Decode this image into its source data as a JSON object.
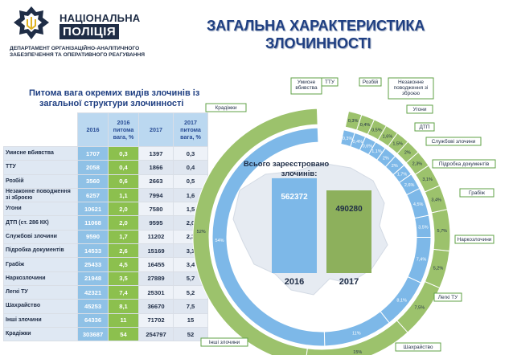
{
  "header": {
    "brand_line1": "НАЦІОНАЛЬНА",
    "brand_line2": "ПОЛІЦІЯ",
    "dept_line1": "ДЕПАРТАМЕНТ ОРГАНІЗАЦІЙНО-АНАЛІТИЧНОГО",
    "dept_line2": "ЗАБЕЗПЕЧЕННЯ ТА ОПЕРАТИВНОГО РЕАГУВАННЯ",
    "title_line1": "ЗАГАЛЬНА ХАРАКТЕРИСТИКА",
    "title_line2": "ЗЛОЧИННОСТІ"
  },
  "table": {
    "caption_line1": "Питома вага окремих видів злочинів із",
    "caption_line2": "загальної структури злочинності",
    "headers": [
      "2016",
      "2016 питома вага, %",
      "2017",
      "2017 питома вага, %"
    ],
    "rows": [
      {
        "name": "Умисне вбивства",
        "y2016": "1707",
        "p2016": "0,3",
        "y2017": "1397",
        "p2017": "0,3"
      },
      {
        "name": "ТТУ",
        "y2016": "2058",
        "p2016": "0,4",
        "y2017": "1866",
        "p2017": "0,4"
      },
      {
        "name": "Розбій",
        "y2016": "3560",
        "p2016": "0,6",
        "y2017": "2663",
        "p2017": "0,5"
      },
      {
        "name": "Незаконне поводження зі зброєю",
        "y2016": "6257",
        "p2016": "1,1",
        "y2017": "7994",
        "p2017": "1,6"
      },
      {
        "name": "Угони",
        "y2016": "10621",
        "p2016": "2,0",
        "y2017": "7580",
        "p2017": "1,5"
      },
      {
        "name": "ДТП (ст. 286 КК)",
        "y2016": "11068",
        "p2016": "2,0",
        "y2017": "9595",
        "p2017": "2,0"
      },
      {
        "name": "Службові злочини",
        "y2016": "9590",
        "p2016": "1,7",
        "y2017": "11202",
        "p2017": "2,3"
      },
      {
        "name": "Підробка документів",
        "y2016": "14533",
        "p2016": "2,6",
        "y2017": "15169",
        "p2017": "3,1"
      },
      {
        "name": "Грабіж",
        "y2016": "25433",
        "p2016": "4,5",
        "y2017": "16455",
        "p2017": "3,4"
      },
      {
        "name": "Наркозлочини",
        "y2016": "21948",
        "p2016": "3,5",
        "y2017": "27889",
        "p2017": "5,7"
      },
      {
        "name": "Легкі ТУ",
        "y2016": "42321",
        "p2016": "7,4",
        "y2017": "25301",
        "p2017": "5,2"
      },
      {
        "name": "Шахрайство",
        "y2016": "45253",
        "p2016": "8,1",
        "y2017": "36670",
        "p2017": "7,5"
      },
      {
        "name": "Інші злочини",
        "y2016": "64336",
        "p2016": "11",
        "y2017": "71702",
        "p2017": "15"
      },
      {
        "name": "Крадіжки",
        "y2016": "303687",
        "p2016": "54",
        "y2017": "254797",
        "p2017": "52"
      }
    ]
  },
  "chart_data": {
    "type": "bar",
    "title": "Всього зареєстровано злочинів:",
    "categories": [
      "2016",
      "2017"
    ],
    "values": [
      562372,
      490280
    ],
    "value_labels": [
      "562372",
      "490280"
    ],
    "colors": {
      "bar2016": "#7db8e8",
      "bar2017": "#8db05c",
      "inner_ring": "#7db8e8",
      "outer_ring": "#9cc26c",
      "ring_text": "#1f2d46"
    },
    "rings": {
      "segments": [
        "Крадіжки",
        "Інші злочини",
        "Шахрайство",
        "Легкі ТУ",
        "Наркозлочини",
        "Грабіж",
        "Підробка документів",
        "Службові злочини",
        "ДТП",
        "Угони",
        "Незаконне поводження зі зброєю",
        "Розбій",
        "ТТУ",
        "Умисне вбивства"
      ],
      "inner_labels": [
        "54%",
        "11%",
        "8,1%",
        "7,4%",
        "3,5%",
        "4,5%",
        "2,6%",
        "1,7%",
        "2%",
        "2%",
        "1,1%",
        "0,6%",
        "0,4%",
        "0,3%"
      ],
      "outer_labels": [
        "52%",
        "15%",
        "7,5%",
        "5,2%",
        "5,7%",
        "3,4%",
        "3,1%",
        "2,3%",
        "2%",
        "1,5%",
        "1,6%",
        "0,5%",
        "0,4%",
        "0,3%"
      ],
      "inner_values": [
        54,
        11,
        8.1,
        7.4,
        3.5,
        4.5,
        2.6,
        1.7,
        2,
        2,
        1.1,
        0.6,
        0.4,
        0.3
      ],
      "outer_values": [
        52,
        15,
        7.5,
        5.2,
        5.7,
        3.4,
        3.1,
        2.3,
        2,
        1.5,
        1.6,
        0.5,
        0.4,
        0.3
      ]
    },
    "callouts": [
      "Умисне вбивства",
      "ТТУ",
      "Розбій",
      "Незаконне поводження зі зброєю",
      "Угони",
      "ДТП",
      "Службові злочини",
      "Підробка документів",
      "Грабіж",
      "Наркозлочини",
      "Легкі ТУ",
      "Шахрайство",
      "Інші злочини",
      "Крадіжки"
    ]
  }
}
